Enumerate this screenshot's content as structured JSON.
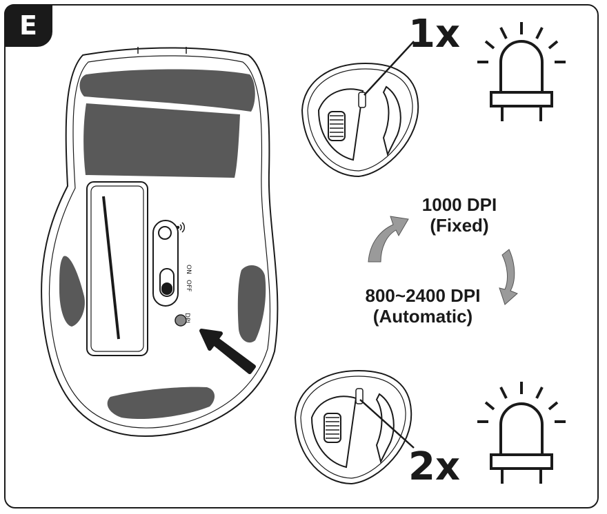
{
  "section": {
    "badge": "E"
  },
  "clicks": {
    "one": "1x",
    "two": "2x"
  },
  "modes": {
    "fixed_line1": "1000 DPI",
    "fixed_line2": "(Fixed)",
    "auto_line1": "800~2400 DPI",
    "auto_line2": "(Automatic)"
  },
  "mouse_labels": {
    "on": "ON",
    "off": "OFF",
    "dpi": "DPI"
  },
  "icons": {
    "led_top": "led-light-icon",
    "led_bottom": "led-light-icon",
    "arrow_press": "arrow-icon",
    "wireless": "wireless-icon"
  },
  "colors": {
    "ink": "#1a1a1a",
    "pad_gray": "#595959",
    "arrow_gray": "#9a9a9a"
  }
}
